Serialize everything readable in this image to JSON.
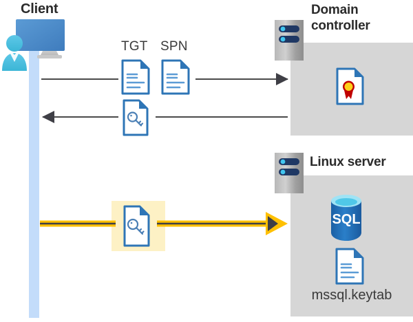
{
  "diagram": {
    "title": "Kerberos authentication flow between client, domain controller and Linux server",
    "background_color": "#ffffff",
    "panel_color": "#d6d6d6",
    "lifeline_color": "#c3dcfa",
    "highlight_color": "#fdf1c5",
    "arrow_color": "#4a4a4a",
    "keytab_arrow_color": "#ffc000",
    "doc_blue": "#2e75b6",
    "sql_blue": "#1f6fb5"
  },
  "actors": {
    "client": {
      "label": "Client",
      "icon": "user-with-monitor-icon"
    },
    "domain_controller": {
      "label_line1": "Domain",
      "label_line2": "controller",
      "full_label": "Domain controller",
      "server_icon": "server-rack-icon",
      "contents": [
        {
          "name": "certificate-document-icon",
          "label": ""
        }
      ]
    },
    "linux_server": {
      "label": "Linux server",
      "server_icon": "server-rack-icon",
      "contents": [
        {
          "name": "sql-database-icon",
          "label": "SQL"
        },
        {
          "name": "keytab-document-icon",
          "label": "mssql.keytab"
        }
      ]
    }
  },
  "messages": [
    {
      "id": "request",
      "direction": "client-to-dc",
      "artifacts": [
        {
          "label": "TGT",
          "icon": "document-lines-icon"
        },
        {
          "label": "SPN",
          "icon": "document-lines-icon"
        }
      ]
    },
    {
      "id": "response",
      "direction": "dc-to-client",
      "artifacts": [
        {
          "label": "",
          "icon": "document-key-icon"
        }
      ]
    },
    {
      "id": "service-ticket",
      "direction": "client-to-linux",
      "highlighted": true,
      "artifacts": [
        {
          "label": "",
          "icon": "document-key-icon"
        }
      ]
    }
  ]
}
